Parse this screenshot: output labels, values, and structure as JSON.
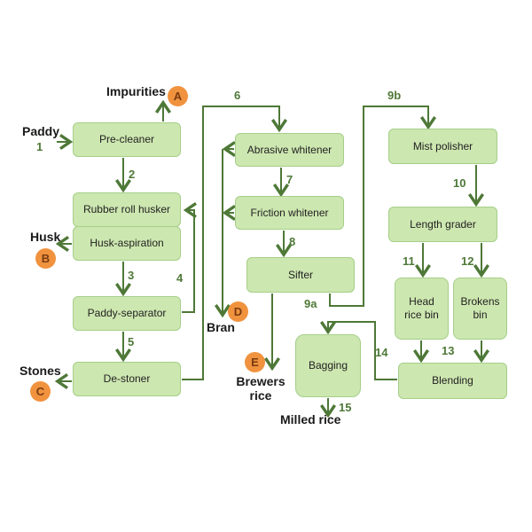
{
  "boxes": {
    "pre_cleaner": "Pre-cleaner",
    "rubber_roll_husker": "Rubber roll husker",
    "husk_aspiration": "Husk-aspiration",
    "paddy_separator": "Paddy-separator",
    "de_stoner": "De-stoner",
    "abrasive_whitener": "Abrasive whitener",
    "friction_whitener": "Friction whitener",
    "sifter": "Sifter",
    "bagging": "Bagging",
    "mist_polisher": "Mist polisher",
    "length_grader": "Length grader",
    "head_rice_bin": "Head rice bin",
    "brokens_bin": "Brokens bin",
    "blending": "Blending"
  },
  "labels": {
    "paddy": "Paddy",
    "impurities": "Impurities",
    "husk": "Husk",
    "stones": "Stones",
    "bran": "Bran",
    "brewers_rice": "Brewers rice",
    "milled_rice": "Milled rice"
  },
  "markers": {
    "a": "A",
    "b": "B",
    "c": "C",
    "d": "D",
    "e": "E"
  },
  "steps": {
    "s1": "1",
    "s2": "2",
    "s3": "3",
    "s4": "4",
    "s5": "5",
    "s6": "6",
    "s7": "7",
    "s8": "8",
    "s9a": "9a",
    "s9b": "9b",
    "s10": "10",
    "s11": "11",
    "s12": "12",
    "s13": "13",
    "s14": "14",
    "s15": "15"
  },
  "colors": {
    "box_fill": "#cde7b0",
    "box_border": "#a5cf89",
    "line_green": "#4e7837",
    "marker_orange": "#f0923e",
    "marker_letter": "#7a3b10"
  }
}
